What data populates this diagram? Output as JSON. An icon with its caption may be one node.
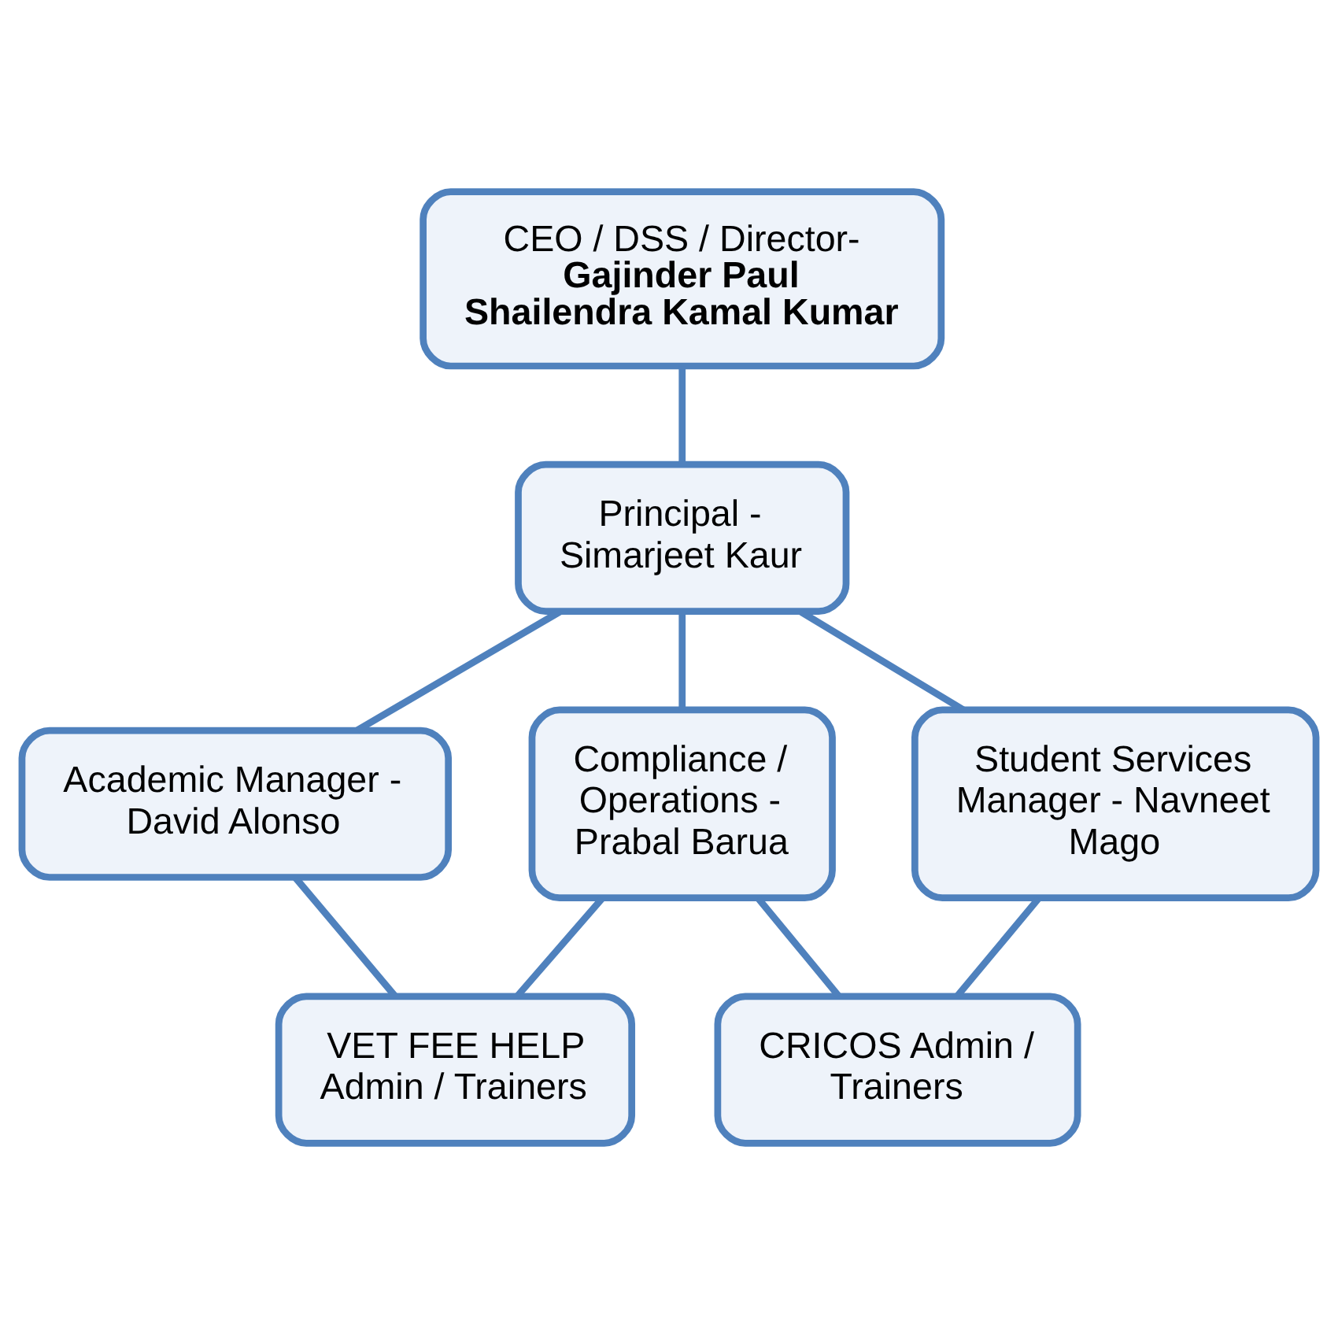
{
  "diagram": {
    "nodes": [
      {
        "text": [
          "CEO / DSS / Director-",
          "Gajinder Paul",
          "Shailendra Kamal Kumar"
        ]
      },
      {
        "text": [
          "Principal - Simarjeet Kaur"
        ]
      },
      {
        "text": [
          "Academic Manager - David Alonso"
        ]
      },
      {
        "text": [
          "Compliance / Operations - Prabal Barua"
        ]
      },
      {
        "text": [
          "Student Services Manager - Navneet Mago"
        ]
      },
      {
        "text": [
          "VET FEE HELP Admin / Trainers"
        ]
      },
      {
        "text": [
          "CRICOS Admin / Trainers"
        ]
      }
    ],
    "edges": [
      {
        "from": 0,
        "to": 1,
        "arrow": "none"
      },
      {
        "from": 1,
        "to": 2,
        "arrow": "none"
      },
      {
        "from": 1,
        "to": 3,
        "arrow": "none"
      },
      {
        "from": 1,
        "to": 4,
        "arrow": "none"
      },
      {
        "from": 2,
        "to": 5,
        "arrow": "none"
      },
      {
        "from": 3,
        "to": 5,
        "arrow": "none"
      },
      {
        "from": 3,
        "to": 6,
        "arrow": "none"
      },
      {
        "from": 4,
        "to": 6,
        "arrow": "none"
      }
    ]
  }
}
